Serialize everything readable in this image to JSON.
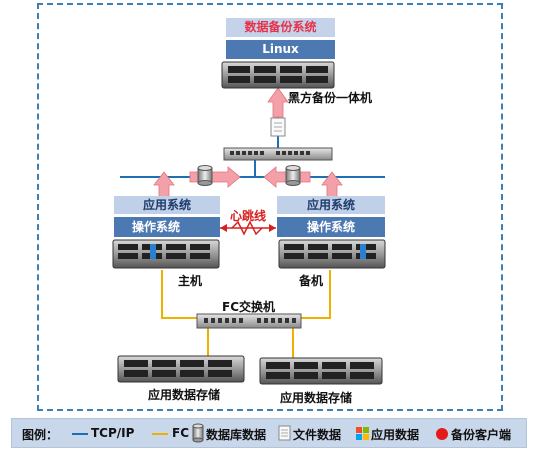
{
  "top_system": {
    "title": "数据备份系统",
    "os": "Linux",
    "device_label": "黑方备份一体机"
  },
  "primary": {
    "app": "应用系统",
    "os": "操作系统",
    "label": "主机"
  },
  "standby": {
    "app": "应用系统",
    "os": "操作系统",
    "label": "备机"
  },
  "heartbeat_label": "心跳线",
  "fc_switch_label": "FC交换机",
  "storage": [
    {
      "label": "应用数据存储"
    },
    {
      "label": "应用数据存储"
    }
  ],
  "legend": {
    "title": "图例：",
    "items": [
      {
        "label": "TCP/IP",
        "icon": "blue-line"
      },
      {
        "label": "FC",
        "icon": "yellow-line"
      },
      {
        "label": "数据库数据",
        "icon": "database-icon"
      },
      {
        "label": "文件数据",
        "icon": "file-icon"
      },
      {
        "label": "应用数据",
        "icon": "windows-icon"
      },
      {
        "label": "备份客户端",
        "icon": "red-dot"
      }
    ]
  },
  "colors": {
    "frame": "#3b7fb4",
    "tcp_line": "#1f6fb5",
    "fc_line": "#f0b000",
    "title_bg": "#c5d3ea",
    "title_text": "#e8314a",
    "dark_box": "#4d79b3",
    "light_box": "#c0d0e8",
    "arrow": "#f4a0a8",
    "client_dot": "#e51b1b"
  }
}
